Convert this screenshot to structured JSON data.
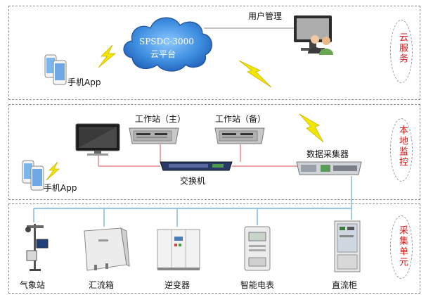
{
  "bands": {
    "cloud": {
      "label": "云服务"
    },
    "local": {
      "label": "本地监控"
    },
    "collect": {
      "label": "采集单元"
    }
  },
  "cloud": {
    "platform_name": "SPSDC-3000",
    "platform_sub": "云平台",
    "user_mgmt": "用户管理",
    "mobile_app": "手机App"
  },
  "local": {
    "workstation_main": "工作站（主）",
    "workstation_backup": "工作站（备）",
    "switch": "交换机",
    "data_collector": "数据采集器",
    "mobile_app": "手机App"
  },
  "devices": [
    {
      "label": "气象站"
    },
    {
      "label": "汇流箱"
    },
    {
      "label": "逆变器"
    },
    {
      "label": "智能电表"
    },
    {
      "label": "直流柜"
    }
  ],
  "colors": {
    "band_label": "#d02020",
    "link_red": "#e07070",
    "link_blue": "#7ab4e0",
    "cloud_fill": "#3f8fe0",
    "lightning": "#f2e600"
  }
}
